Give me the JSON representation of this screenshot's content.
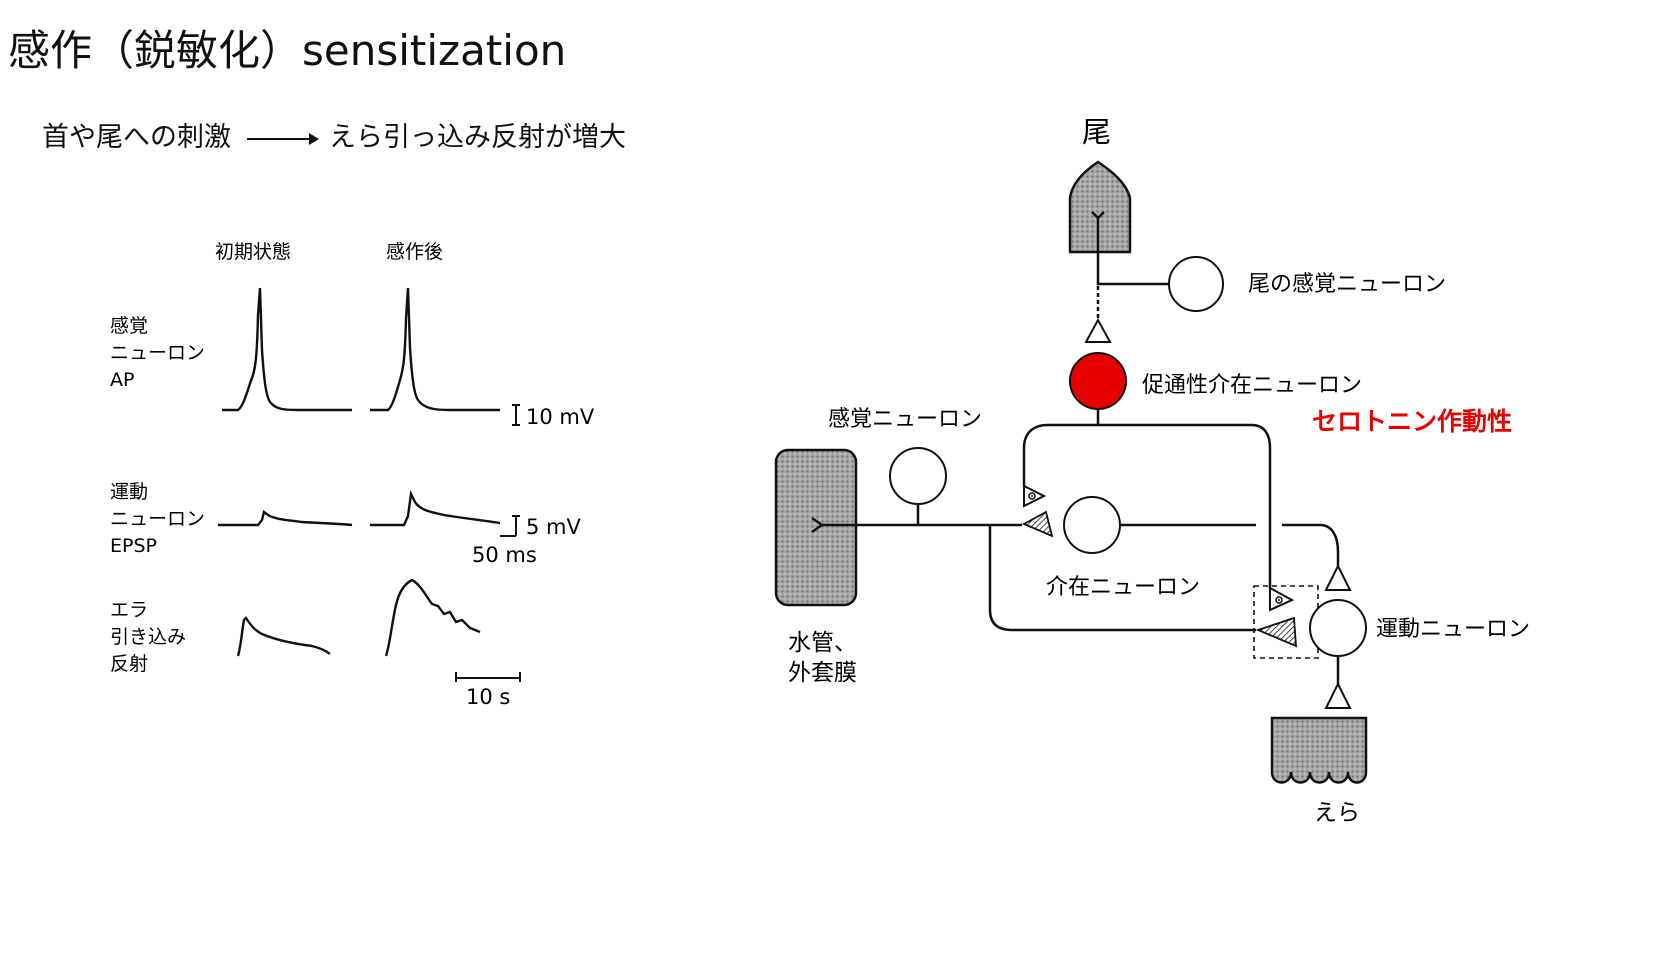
{
  "title": "感作（鋭敏化）sensitization",
  "subtitle": {
    "stimulus": "首や尾への刺激",
    "result": "えら引っ込み反射が増大"
  },
  "traces": {
    "col_initial": "初期状態",
    "col_after": "感作後",
    "row_ap": [
      "感覚",
      "ニューロン",
      "AP"
    ],
    "row_epsp": [
      "運動",
      "ニューロン",
      "EPSP"
    ],
    "row_reflex": [
      "エラ",
      "引き込み",
      "反射"
    ],
    "scale_10mv": "10 mV",
    "scale_5mv": "5 mV",
    "scale_50ms": "50 ms",
    "scale_10s": "10 s"
  },
  "circuit": {
    "tail": "尾",
    "tail_sensory": "尾の感覚ニューロン",
    "facilitating": "促通性介在ニューロン",
    "serotonergic": "セロトニン作動性",
    "sensory": "感覚ニューロン",
    "interneuron": "介在ニューロン",
    "motor": "運動ニューロン",
    "siphon": [
      "水管、",
      "外套膜"
    ],
    "gill": "えら"
  },
  "colors": {
    "facilitating_neuron": "#e60000",
    "serotonergic_text": "#e60000",
    "tissue_fill": "#9a9a9a"
  }
}
